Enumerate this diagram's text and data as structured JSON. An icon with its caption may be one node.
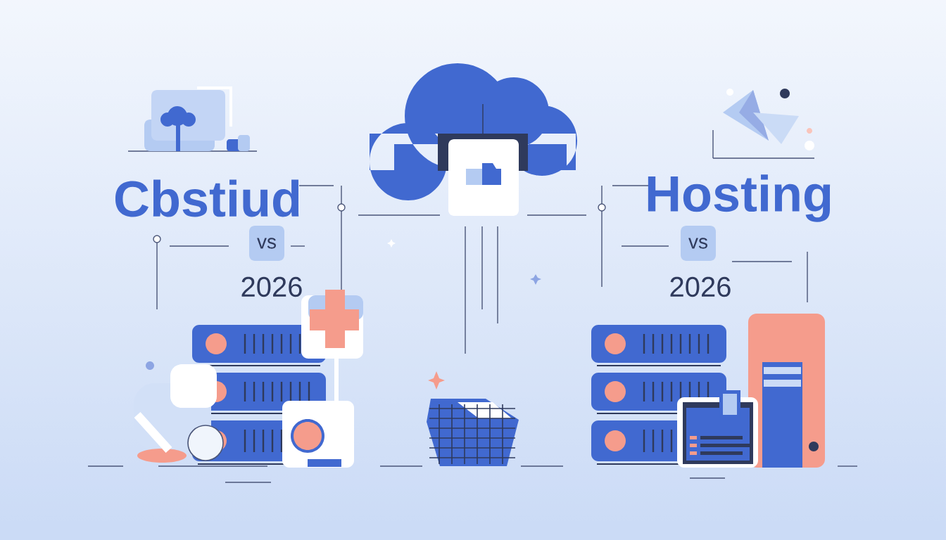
{
  "diagram": {
    "nodes": [
      {
        "text": [
          "vs"
        ]
      },
      {
        "text": [
          "vs"
        ]
      }
    ],
    "labels": [
      "Cbstiud",
      "Hosting",
      "2026",
      "2026"
    ]
  }
}
